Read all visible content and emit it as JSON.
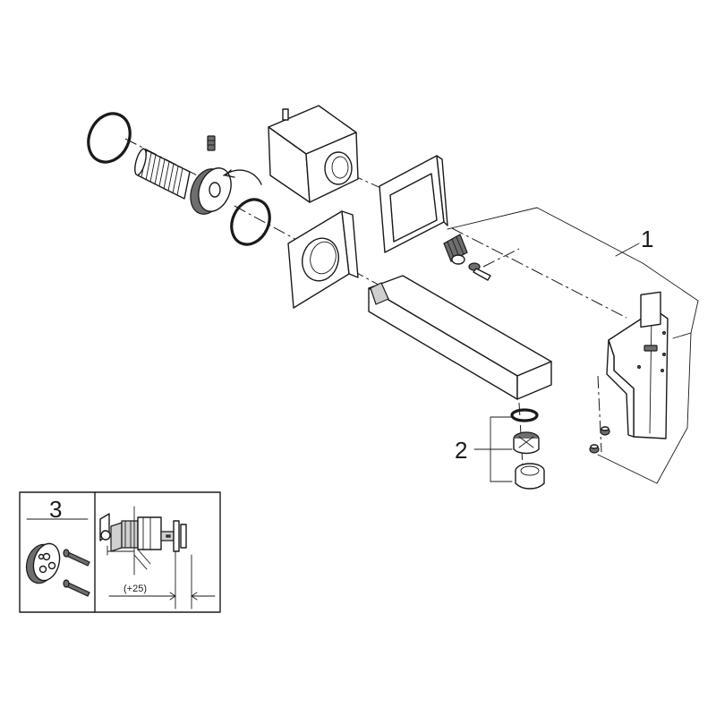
{
  "callouts": {
    "part_1": "1",
    "part_2": "2",
    "part_3": "3"
  },
  "inset": {
    "dimension_label": "(+25)"
  }
}
